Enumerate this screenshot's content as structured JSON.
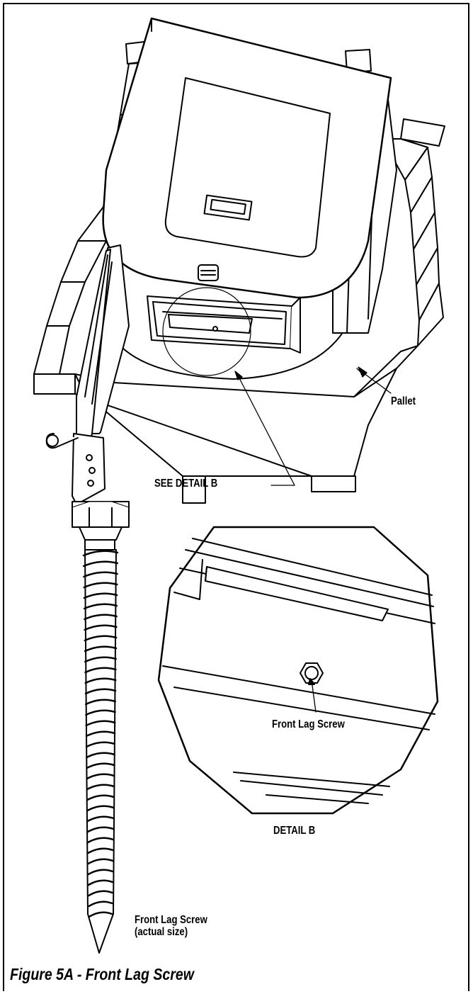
{
  "figure": {
    "caption": "Figure 5A - Front Lag Screw"
  },
  "labels": {
    "pallet": "Pallet",
    "see_detail": "SEE DETAIL B",
    "front_lag_screw_detail": "Front Lag Screw",
    "detail_title": "DETAIL B",
    "screw_caption_line1": "Front Lag Screw",
    "screw_caption_line2": "(actual size)"
  }
}
